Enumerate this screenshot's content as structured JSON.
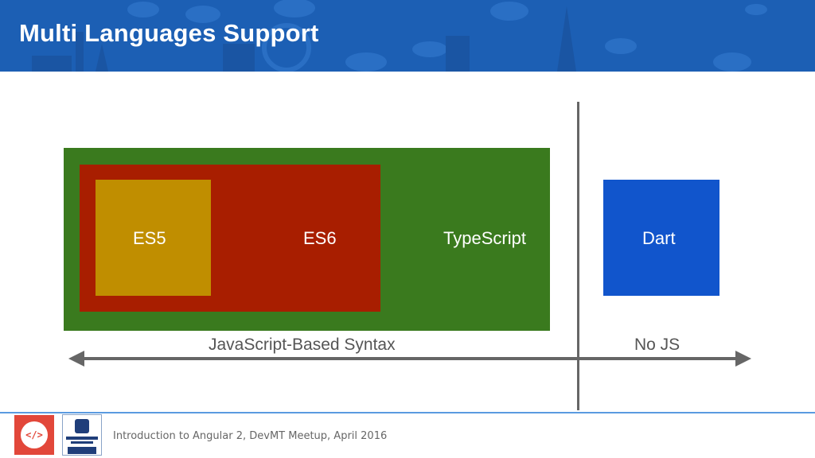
{
  "header": {
    "title": "Multi Languages Support"
  },
  "diagram": {
    "boxes": [
      {
        "id": "typescript",
        "label": "TypeScript",
        "color": "#3a7a1e"
      },
      {
        "id": "es6",
        "label": "ES6",
        "color": "#a81e00"
      },
      {
        "id": "es5",
        "label": "ES5",
        "color": "#c08e00"
      },
      {
        "id": "dart",
        "label": "Dart",
        "color": "#1155cc"
      }
    ],
    "axis": {
      "left_label": "JavaScript-Based Syntax",
      "right_label": "No JS",
      "color": "#666666"
    }
  },
  "footer": {
    "text": "Introduction to Angular 2, DevMT Meetup, April 2016",
    "logo_code": "</>",
    "accent": "#e2473a"
  }
}
